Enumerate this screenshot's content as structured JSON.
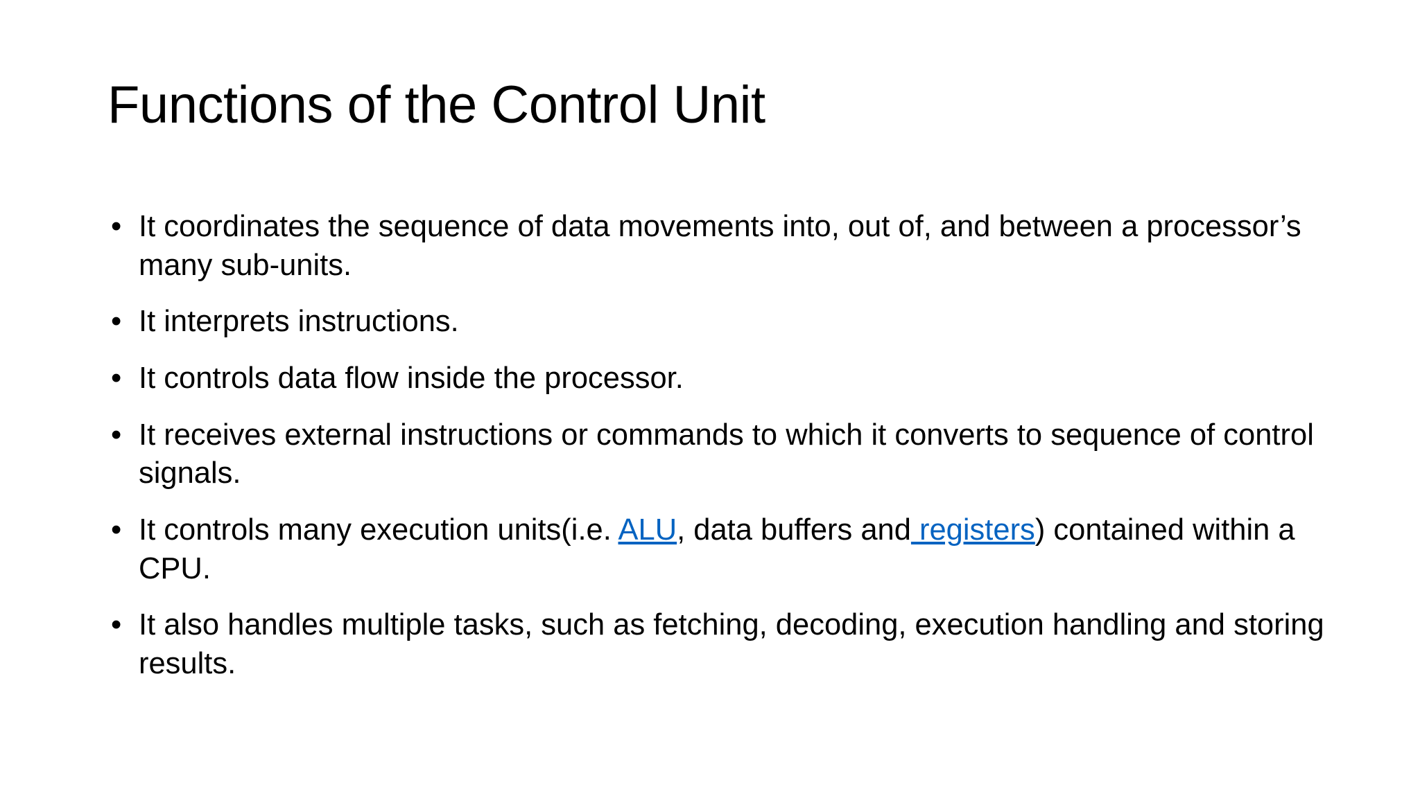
{
  "slide": {
    "title": "Functions of the Control Unit",
    "background_color": "#FFFFFF",
    "text_color": "#000000",
    "link_color": "#0563C1",
    "bullet_glyph": "•",
    "bullets": [
      {
        "id": "bullet-1",
        "text": "It coordinates the sequence of data movements into, out of, and between a processor’s many sub-units.",
        "segments": [
          {
            "type": "text",
            "value": "It coordinates the sequence of data movements into, out of, and between a processor’s many sub-units."
          }
        ]
      },
      {
        "id": "bullet-2",
        "text": "It interprets instructions.",
        "segments": [
          {
            "type": "text",
            "value": "It interprets instructions."
          }
        ]
      },
      {
        "id": "bullet-3",
        "text": "It controls data flow inside the processor.",
        "segments": [
          {
            "type": "text",
            "value": "It controls data flow inside the processor."
          }
        ]
      },
      {
        "id": "bullet-4",
        "text": "It receives external instructions or commands to which it converts to sequence of control signals.",
        "segments": [
          {
            "type": "text",
            "value": "It receives external instructions or commands to which it converts to sequence of control signals."
          }
        ]
      },
      {
        "id": "bullet-5",
        "text": "It controls many execution units(i.e. ALU, data buffers and registers) contained within a CPU.",
        "segments": [
          {
            "type": "text",
            "value": "It controls many execution units(i.e. "
          },
          {
            "type": "link",
            "value": "ALU"
          },
          {
            "type": "text",
            "value": ", data buffers and"
          },
          {
            "type": "link",
            "value": " registers"
          },
          {
            "type": "text",
            "value": ") contained within a CPU."
          }
        ]
      },
      {
        "id": "bullet-6",
        "text": "It also handles multiple tasks, such as fetching, decoding, execution handling and storing results.",
        "segments": [
          {
            "type": "text",
            "value": "It also handles multiple tasks, such as fetching, decoding, execution handling and storing results."
          }
        ]
      }
    ]
  }
}
